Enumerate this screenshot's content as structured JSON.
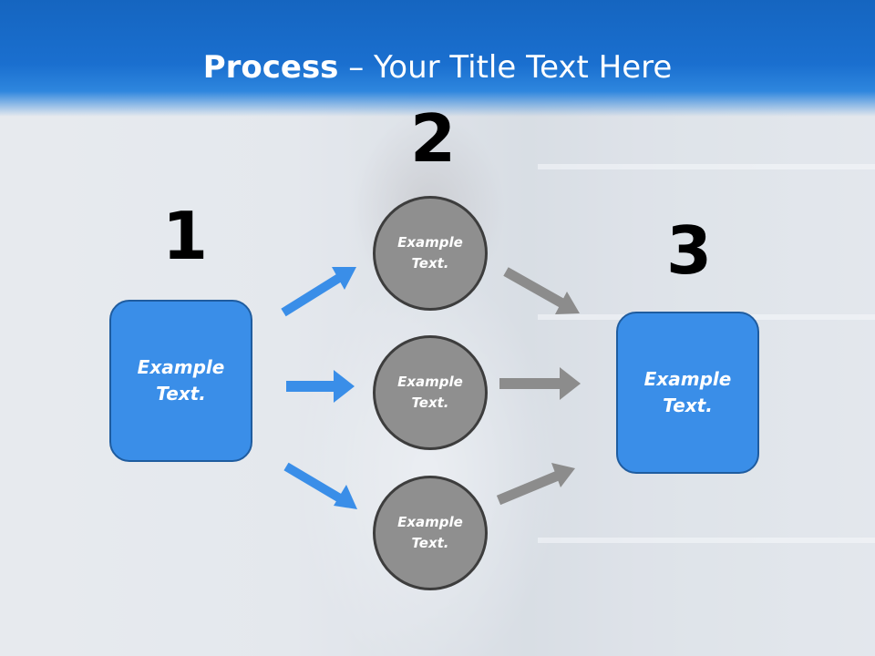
{
  "title": {
    "bold": "Process",
    "rest": " – Your Title Text Here"
  },
  "steps": {
    "one": {
      "number": "1",
      "label": "Example\nText."
    },
    "two": {
      "number": "2"
    },
    "three": {
      "number": "3",
      "label": "Example\nText."
    }
  },
  "circles": [
    {
      "label": "Example\nText."
    },
    {
      "label": "Example\nText."
    },
    {
      "label": "Example\nText."
    }
  ],
  "colors": {
    "header": "#1565c0",
    "box_fill": "#3a8ee8",
    "box_border": "#1f5c9f",
    "circle_fill": "#8f8f8f",
    "circle_border": "#3d3d3d",
    "arrow_blue": "#3a8ee8",
    "arrow_gray": "#8c8c8c"
  }
}
